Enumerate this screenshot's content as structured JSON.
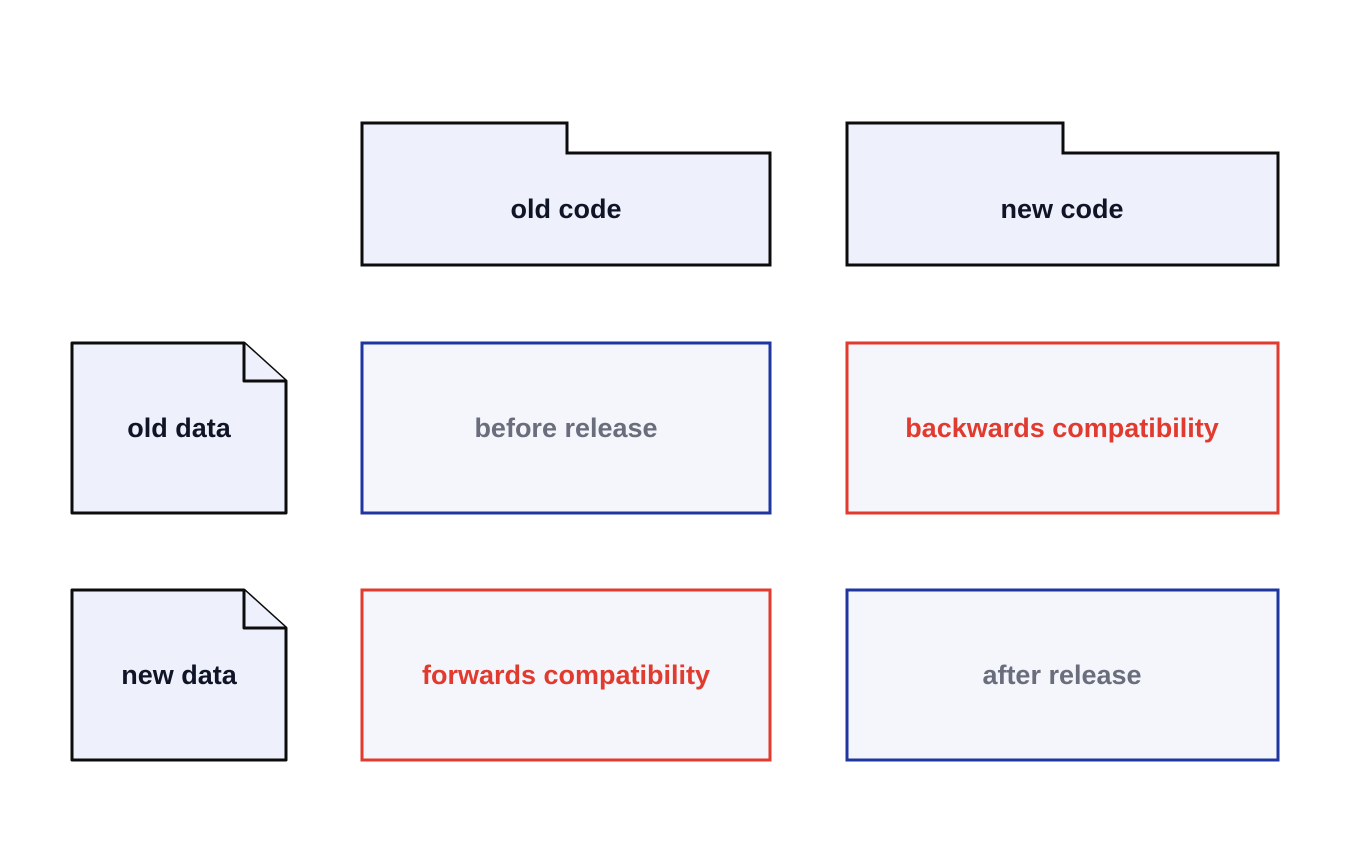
{
  "columns": {
    "old_code": {
      "label": "old code"
    },
    "new_code": {
      "label": "new code"
    }
  },
  "rows": {
    "old_data": {
      "label": "old data"
    },
    "new_data": {
      "label": "new data"
    }
  },
  "cells": {
    "before_release": {
      "label": "before release",
      "border_color": "#1f35a0",
      "text_color": "#6a6d7c"
    },
    "backwards_compatibility": {
      "label": "backwards compatibility",
      "border_color": "#e13a2e",
      "text_color": "#e13a2e"
    },
    "forwards_compatibility": {
      "label": "forwards compatibility",
      "border_color": "#e13a2e",
      "text_color": "#e13a2e"
    },
    "after_release": {
      "label": "after release",
      "border_color": "#1f35a0",
      "text_color": "#6a6d7c"
    }
  },
  "colors": {
    "header_fill": "#eef0fb",
    "cell_fill": "#f5f6fc",
    "outline": "#0c0c0c",
    "blue": "#1f35a0",
    "red": "#e13a2e"
  }
}
